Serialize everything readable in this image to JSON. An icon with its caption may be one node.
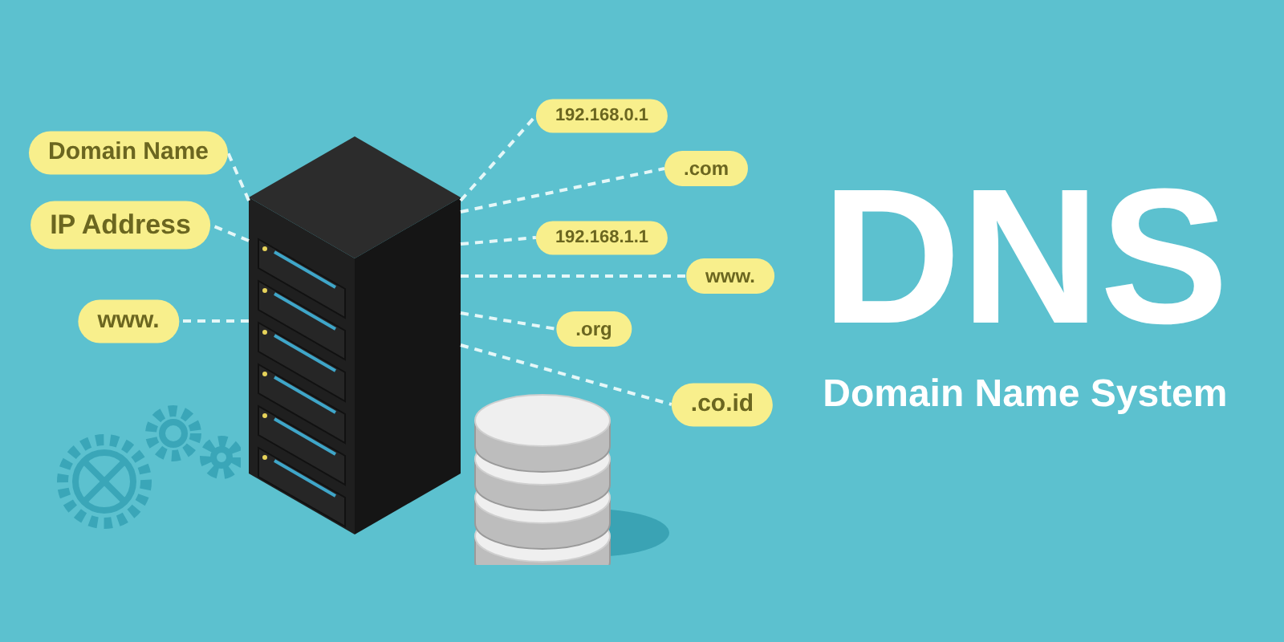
{
  "diagram": {
    "nodes": [
      {
        "text": [],
        "shape": "picture"
      },
      {
        "text": [
          "Domain Name"
        ]
      },
      {
        "text": [
          "IP Address"
        ]
      },
      {
        "text": [
          "www."
        ]
      },
      {
        "text": [
          "192.168.0.1"
        ]
      },
      {
        "text": [
          ".com"
        ]
      },
      {
        "text": [
          "192.168.1.1"
        ]
      },
      {
        "text": [
          "www."
        ]
      },
      {
        "text": [
          ".org"
        ]
      },
      {
        "text": [
          ".co.id"
        ]
      }
    ],
    "edges": [
      {
        "from": 0,
        "to": 1,
        "arrow": "none",
        "style": "dashed"
      },
      {
        "from": 0,
        "to": 2,
        "arrow": "none",
        "style": "dashed"
      },
      {
        "from": 0,
        "to": 3,
        "arrow": "none",
        "style": "dashed"
      },
      {
        "from": 0,
        "to": 4,
        "arrow": "none",
        "style": "dashed"
      },
      {
        "from": 0,
        "to": 5,
        "arrow": "none",
        "style": "dashed"
      },
      {
        "from": 0,
        "to": 6,
        "arrow": "none",
        "style": "dashed"
      },
      {
        "from": 0,
        "to": 7,
        "arrow": "none",
        "style": "dashed"
      },
      {
        "from": 0,
        "to": 8,
        "arrow": "none",
        "style": "dashed"
      },
      {
        "from": 0,
        "to": 9,
        "arrow": "none",
        "style": "dashed"
      }
    ],
    "labels": [
      "DNS",
      "Domain Name System"
    ]
  }
}
